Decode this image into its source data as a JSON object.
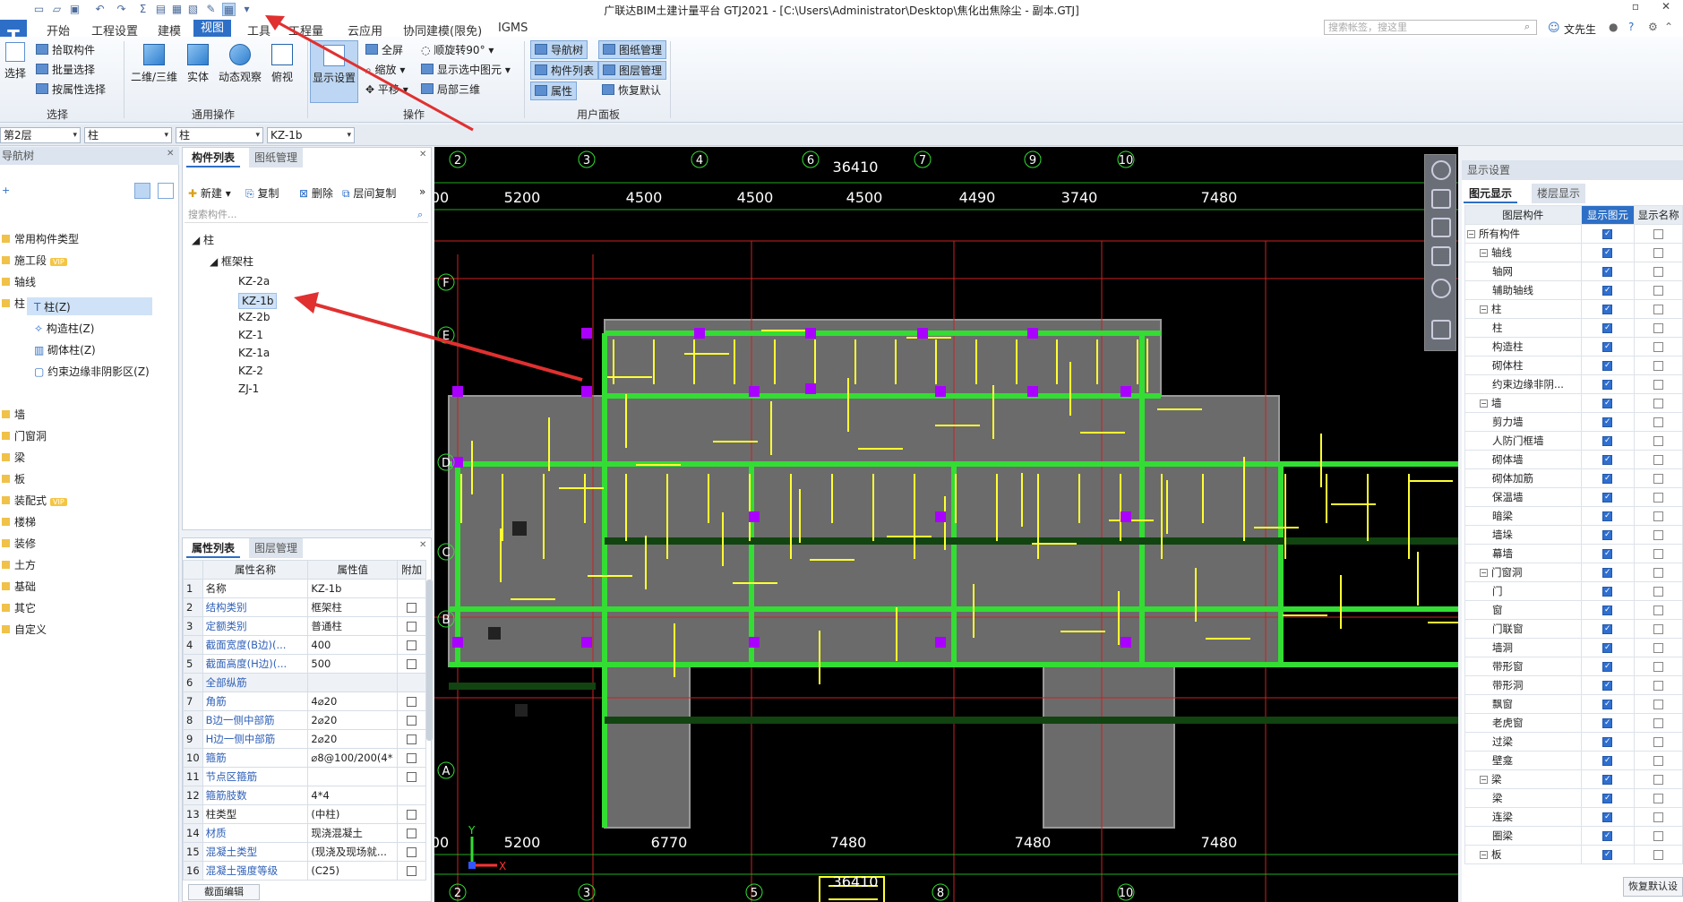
{
  "window": {
    "title": "广联达BIM土建计量平台 GTJ2021 - [C:\\Users\\Administrator\\Desktop\\焦化出焦除尘 - 副本.GTJ]"
  },
  "menu": [
    "开始",
    "工程设置",
    "建模",
    "视图",
    "工具",
    "工程量",
    "云应用",
    "协同建模(限免)",
    "IGMS"
  ],
  "search": {
    "placeholder": "搜索帐签，搜这里"
  },
  "user": {
    "name": "文先生"
  },
  "app_logo": "T",
  "ribbon": {
    "select_big": "选择",
    "select_items": [
      "拾取构件",
      "批量选择",
      "按属性选择"
    ],
    "select_group": "选择",
    "ops_big": [
      "二维/三维",
      "实体",
      "动态观察",
      "俯视"
    ],
    "ops_group": "通用操作",
    "display_big": "显示设置",
    "ops2_items": [
      "全屏",
      "顺旋转90°",
      "缩放",
      "显示选中图元",
      "平移",
      "局部三维"
    ],
    "ops2_group": "操作",
    "user_items": [
      "导航树",
      "图纸管理",
      "构件列表",
      "图层管理",
      "属性",
      "恢复默认"
    ],
    "user_group": "用户面板"
  },
  "filters": [
    "第2层",
    "柱",
    "柱",
    "KZ-1b"
  ],
  "nav": {
    "header": "导航树",
    "items": [
      "常用构件类型",
      "施工段",
      "轴线",
      "柱",
      "墙",
      "门窗洞",
      "梁",
      "板",
      "装配式",
      "楼梯",
      "装修",
      "土方",
      "基础",
      "其它",
      "自定义"
    ],
    "vip": "VIP",
    "sub": [
      "柱(Z)",
      "构造柱(Z)",
      "砌体柱(Z)",
      "约束边缘非阴影区(Z)"
    ]
  },
  "comp": {
    "tabs": [
      "构件列表",
      "图纸管理"
    ],
    "tools": [
      "新建",
      "复制",
      "删除",
      "层间复制"
    ],
    "search_placeholder": "搜索构件...",
    "root": "柱",
    "group": "框架柱",
    "items": [
      "KZ-2a",
      "KZ-1b",
      "KZ-2b",
      "KZ-1",
      "KZ-1a",
      "KZ-2",
      "ZJ-1"
    ]
  },
  "props": {
    "tabs": [
      "属性列表",
      "图层管理"
    ],
    "headers": [
      "属性名称",
      "属性值",
      "附加"
    ],
    "rows": [
      {
        "n": "1",
        "name": "名称",
        "val": "KZ-1b"
      },
      {
        "n": "2",
        "name": "结构类别",
        "val": "框架柱"
      },
      {
        "n": "3",
        "name": "定额类别",
        "val": "普通柱"
      },
      {
        "n": "4",
        "name": "截面宽度(B边)(...",
        "val": "400"
      },
      {
        "n": "5",
        "name": "截面高度(H边)(...",
        "val": "500"
      },
      {
        "n": "6",
        "name": "全部纵筋",
        "val": ""
      },
      {
        "n": "7",
        "name": "角筋",
        "val": "4⌀20"
      },
      {
        "n": "8",
        "name": "B边一侧中部筋",
        "val": "2⌀20"
      },
      {
        "n": "9",
        "name": "H边一侧中部筋",
        "val": "2⌀20"
      },
      {
        "n": "10",
        "name": "箍筋",
        "val": "⌀8@100/200(4*"
      },
      {
        "n": "11",
        "name": "节点区箍筋",
        "val": ""
      },
      {
        "n": "12",
        "name": "箍筋肢数",
        "val": "4*4"
      },
      {
        "n": "13",
        "name": "柱类型",
        "val": "(中柱)"
      },
      {
        "n": "14",
        "name": "材质",
        "val": "现浇混凝土"
      },
      {
        "n": "15",
        "name": "混凝土类型",
        "val": "(现浇及现场就..."
      },
      {
        "n": "16",
        "name": "混凝土强度等级",
        "val": "(C25)"
      }
    ],
    "section_edit": "截面编辑"
  },
  "canvas": {
    "top_axes": [
      "2",
      "3",
      "4",
      "6",
      "7",
      "9",
      "10"
    ],
    "bottom_axes": [
      "2",
      "3",
      "5",
      "8",
      "10"
    ],
    "row_axes": [
      "F",
      "E",
      "D",
      "C",
      "B",
      "A"
    ],
    "top_total": "36410",
    "top_dims": [
      "00",
      "5200",
      "4500",
      "4500",
      "4500",
      "4490",
      "3740",
      "7480"
    ],
    "bottom_dims": [
      "00",
      "5200",
      "6770",
      "7480",
      "7480",
      "7480"
    ],
    "bottom_total": "36410",
    "axis_x": "X",
    "axis_y": "Y"
  },
  "right": {
    "header": "显示设置",
    "tabs": [
      "图元显示",
      "楼层显示"
    ],
    "cols": [
      "图层构件",
      "显示图元",
      "显示名称"
    ],
    "rows": [
      {
        "t": "所有构件",
        "lvl": 0,
        "g": true
      },
      {
        "t": "轴线",
        "lvl": 1,
        "g": true
      },
      {
        "t": "轴网",
        "lvl": 2
      },
      {
        "t": "辅助轴线",
        "lvl": 2
      },
      {
        "t": "柱",
        "lvl": 1,
        "g": true
      },
      {
        "t": "柱",
        "lvl": 2
      },
      {
        "t": "构造柱",
        "lvl": 2
      },
      {
        "t": "砌体柱",
        "lvl": 2
      },
      {
        "t": "约束边缘非阴...",
        "lvl": 2
      },
      {
        "t": "墙",
        "lvl": 1,
        "g": true
      },
      {
        "t": "剪力墙",
        "lvl": 2
      },
      {
        "t": "人防门框墙",
        "lvl": 2
      },
      {
        "t": "砌体墙",
        "lvl": 2
      },
      {
        "t": "砌体加筋",
        "lvl": 2
      },
      {
        "t": "保温墙",
        "lvl": 2
      },
      {
        "t": "暗梁",
        "lvl": 2
      },
      {
        "t": "墙垛",
        "lvl": 2
      },
      {
        "t": "幕墙",
        "lvl": 2
      },
      {
        "t": "门窗洞",
        "lvl": 1,
        "g": true
      },
      {
        "t": "门",
        "lvl": 2
      },
      {
        "t": "窗",
        "lvl": 2
      },
      {
        "t": "门联窗",
        "lvl": 2
      },
      {
        "t": "墙洞",
        "lvl": 2
      },
      {
        "t": "带形窗",
        "lvl": 2
      },
      {
        "t": "带形洞",
        "lvl": 2
      },
      {
        "t": "飘窗",
        "lvl": 2
      },
      {
        "t": "老虎窗",
        "lvl": 2
      },
      {
        "t": "过梁",
        "lvl": 2
      },
      {
        "t": "壁龛",
        "lvl": 2
      },
      {
        "t": "梁",
        "lvl": 1,
        "g": true
      },
      {
        "t": "梁",
        "lvl": 2
      },
      {
        "t": "连梁",
        "lvl": 2
      },
      {
        "t": "圈梁",
        "lvl": 2
      },
      {
        "t": "板",
        "lvl": 1,
        "g": true
      }
    ],
    "restore": "恢复默认设"
  },
  "colors": {
    "accent": "#2d6fc6",
    "slab": "#6b6b6b",
    "beam": "#33dd33",
    "rebar": "#ffff33",
    "column": "#aa00ff",
    "axis": "#cc2222",
    "annot_arrow": "#e03030"
  }
}
